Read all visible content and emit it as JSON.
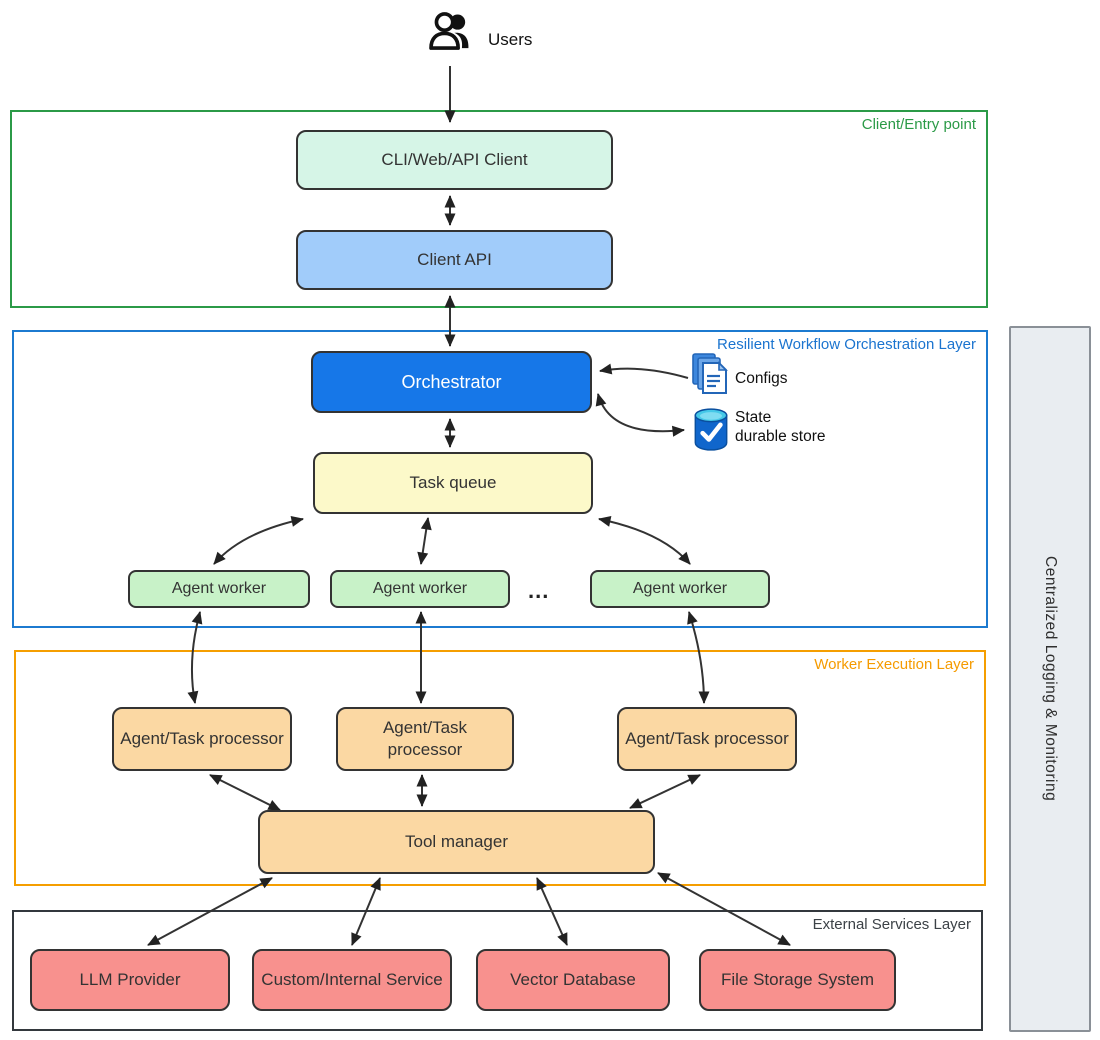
{
  "title": "Agent orchestration architecture diagram",
  "users_label": "Users",
  "layers": [
    {
      "id": "client",
      "label": "Client/Entry point",
      "border_color": "#2b9a47"
    },
    {
      "id": "orchestration",
      "label": "Resilient Workflow Orchestration Layer",
      "border_color": "#1c7ad0"
    },
    {
      "id": "worker",
      "label": "Worker Execution Layer",
      "border_color": "#f59e00"
    },
    {
      "id": "external",
      "label": "External Services Layer",
      "border_color": "#33383d"
    }
  ],
  "nodes": {
    "cli_client": {
      "label": "CLI/Web/API Client",
      "bg": "#d6f5e7"
    },
    "client_api": {
      "label": "Client API",
      "bg": "#a1ccfa"
    },
    "orchestrator": {
      "label": "Orchestrator",
      "bg": "#1677e8",
      "text_color": "#ffffff"
    },
    "task_queue": {
      "label": "Task queue",
      "bg": "#fcf9c9"
    },
    "agent_workers": [
      {
        "label": "Agent worker"
      },
      {
        "label": "Agent worker"
      },
      {
        "label": "Agent worker"
      }
    ],
    "workers_ellipsis": "...",
    "processors": [
      {
        "label": "Agent/Task processor"
      },
      {
        "label": "Agent/Task processor"
      },
      {
        "label": "Agent/Task processor"
      }
    ],
    "tool_manager": {
      "label": "Tool manager",
      "bg": "#fbd8a3"
    },
    "external_services": [
      {
        "label": "LLM Provider"
      },
      {
        "label": "Custom/Internal Service"
      },
      {
        "label": "Vector Database"
      },
      {
        "label": "File Storage System"
      }
    ],
    "external_bg": "#f8918e",
    "worker_bg": "#c8f2c8",
    "processor_bg": "#fbd8a3"
  },
  "annotations": {
    "configs_label": "Configs",
    "state_store_line1": "State",
    "state_store_line2": "durable store"
  },
  "icons": [
    "users-icon",
    "configs-documents-icon",
    "state-database-check-icon"
  ],
  "sidebar": {
    "label": "Centralized Logging & Monitoring",
    "bg": "#e9edf1"
  }
}
